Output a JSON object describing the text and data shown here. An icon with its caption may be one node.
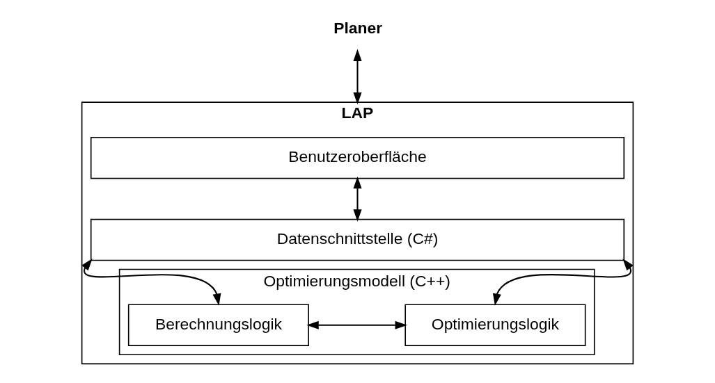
{
  "diagram": {
    "nodes": [
      {
        "text": [
          "Planer"
        ]
      },
      {
        "text": [
          "LAP"
        ]
      },
      {
        "text": [
          "Benutzeroberfläche"
        ],
        "in": 1
      },
      {
        "text": [
          "Datenschnittstelle (C#)"
        ],
        "in": 1
      },
      {
        "text": [
          "Optimierungsmodell (C++)"
        ],
        "in": 1
      },
      {
        "text": [
          "Berechnungslogik"
        ],
        "in": 4
      },
      {
        "text": [
          "Optimierungslogik"
        ],
        "in": 4
      }
    ],
    "edges": [
      {
        "from": 0,
        "to": 1,
        "arrow": "both"
      },
      {
        "from": 2,
        "to": 3,
        "arrow": "both"
      },
      {
        "from": 3,
        "to": 5,
        "arrow": "both"
      },
      {
        "from": 3,
        "to": 6,
        "arrow": "both"
      },
      {
        "from": 5,
        "to": 6,
        "arrow": "both"
      }
    ]
  }
}
